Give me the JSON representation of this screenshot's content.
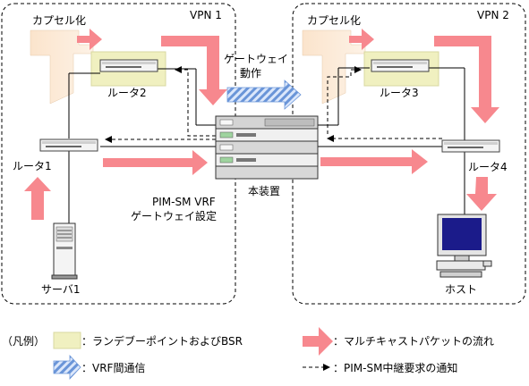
{
  "diagram": {
    "vpn1": {
      "name": "VPN 1",
      "encap": "カプセル化"
    },
    "vpn2": {
      "name": "VPN 2",
      "encap": "カプセル化"
    },
    "gateway": {
      "line1": "ゲートウェイ",
      "line2": "動作"
    },
    "router1": "ルータ1",
    "router2": "ルータ2",
    "router3": "ルータ3",
    "router4": "ルータ4",
    "device": "本装置",
    "server": "サーバ1",
    "host": "ホスト",
    "vrf_setting": {
      "line1": "PIM-SM VRF",
      "line2": "ゲートウェイ設定"
    }
  },
  "legend": {
    "title": "（凡例）",
    "rp_bsr": "：ランデブーポイントおよびBSR",
    "vrf": "：VRF間通信",
    "multicast": "：マルチキャストパケットの流れ",
    "pim_relay": "：PIM-SM中継要求の通知"
  },
  "colors": {
    "arrow": "#f7888e",
    "rp_fill": "#f0f0c0",
    "encap_fill": "#fbe4cc",
    "vrf_stripe": "#6a95d8"
  }
}
